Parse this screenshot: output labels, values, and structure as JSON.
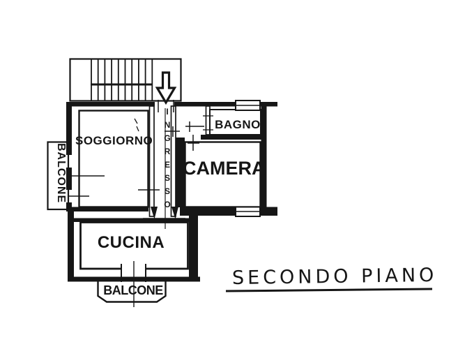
{
  "floorplan": {
    "floor_label": "SECONDO PIANO",
    "rooms": {
      "soggiorno": "SOGGIORNO",
      "ingresso": "INGRESSO",
      "bagno": "BAGNO",
      "camera": "CAMERA",
      "cucina": "CUCINA",
      "balcone_left": "BALCONE",
      "balcone_bottom": "BALCONE"
    }
  },
  "icons": {
    "entrance_arrow": "down-arrow-icon",
    "stairs": "staircase-hatching"
  },
  "colors": {
    "ink": "#161616",
    "paper": "#ffffff"
  }
}
